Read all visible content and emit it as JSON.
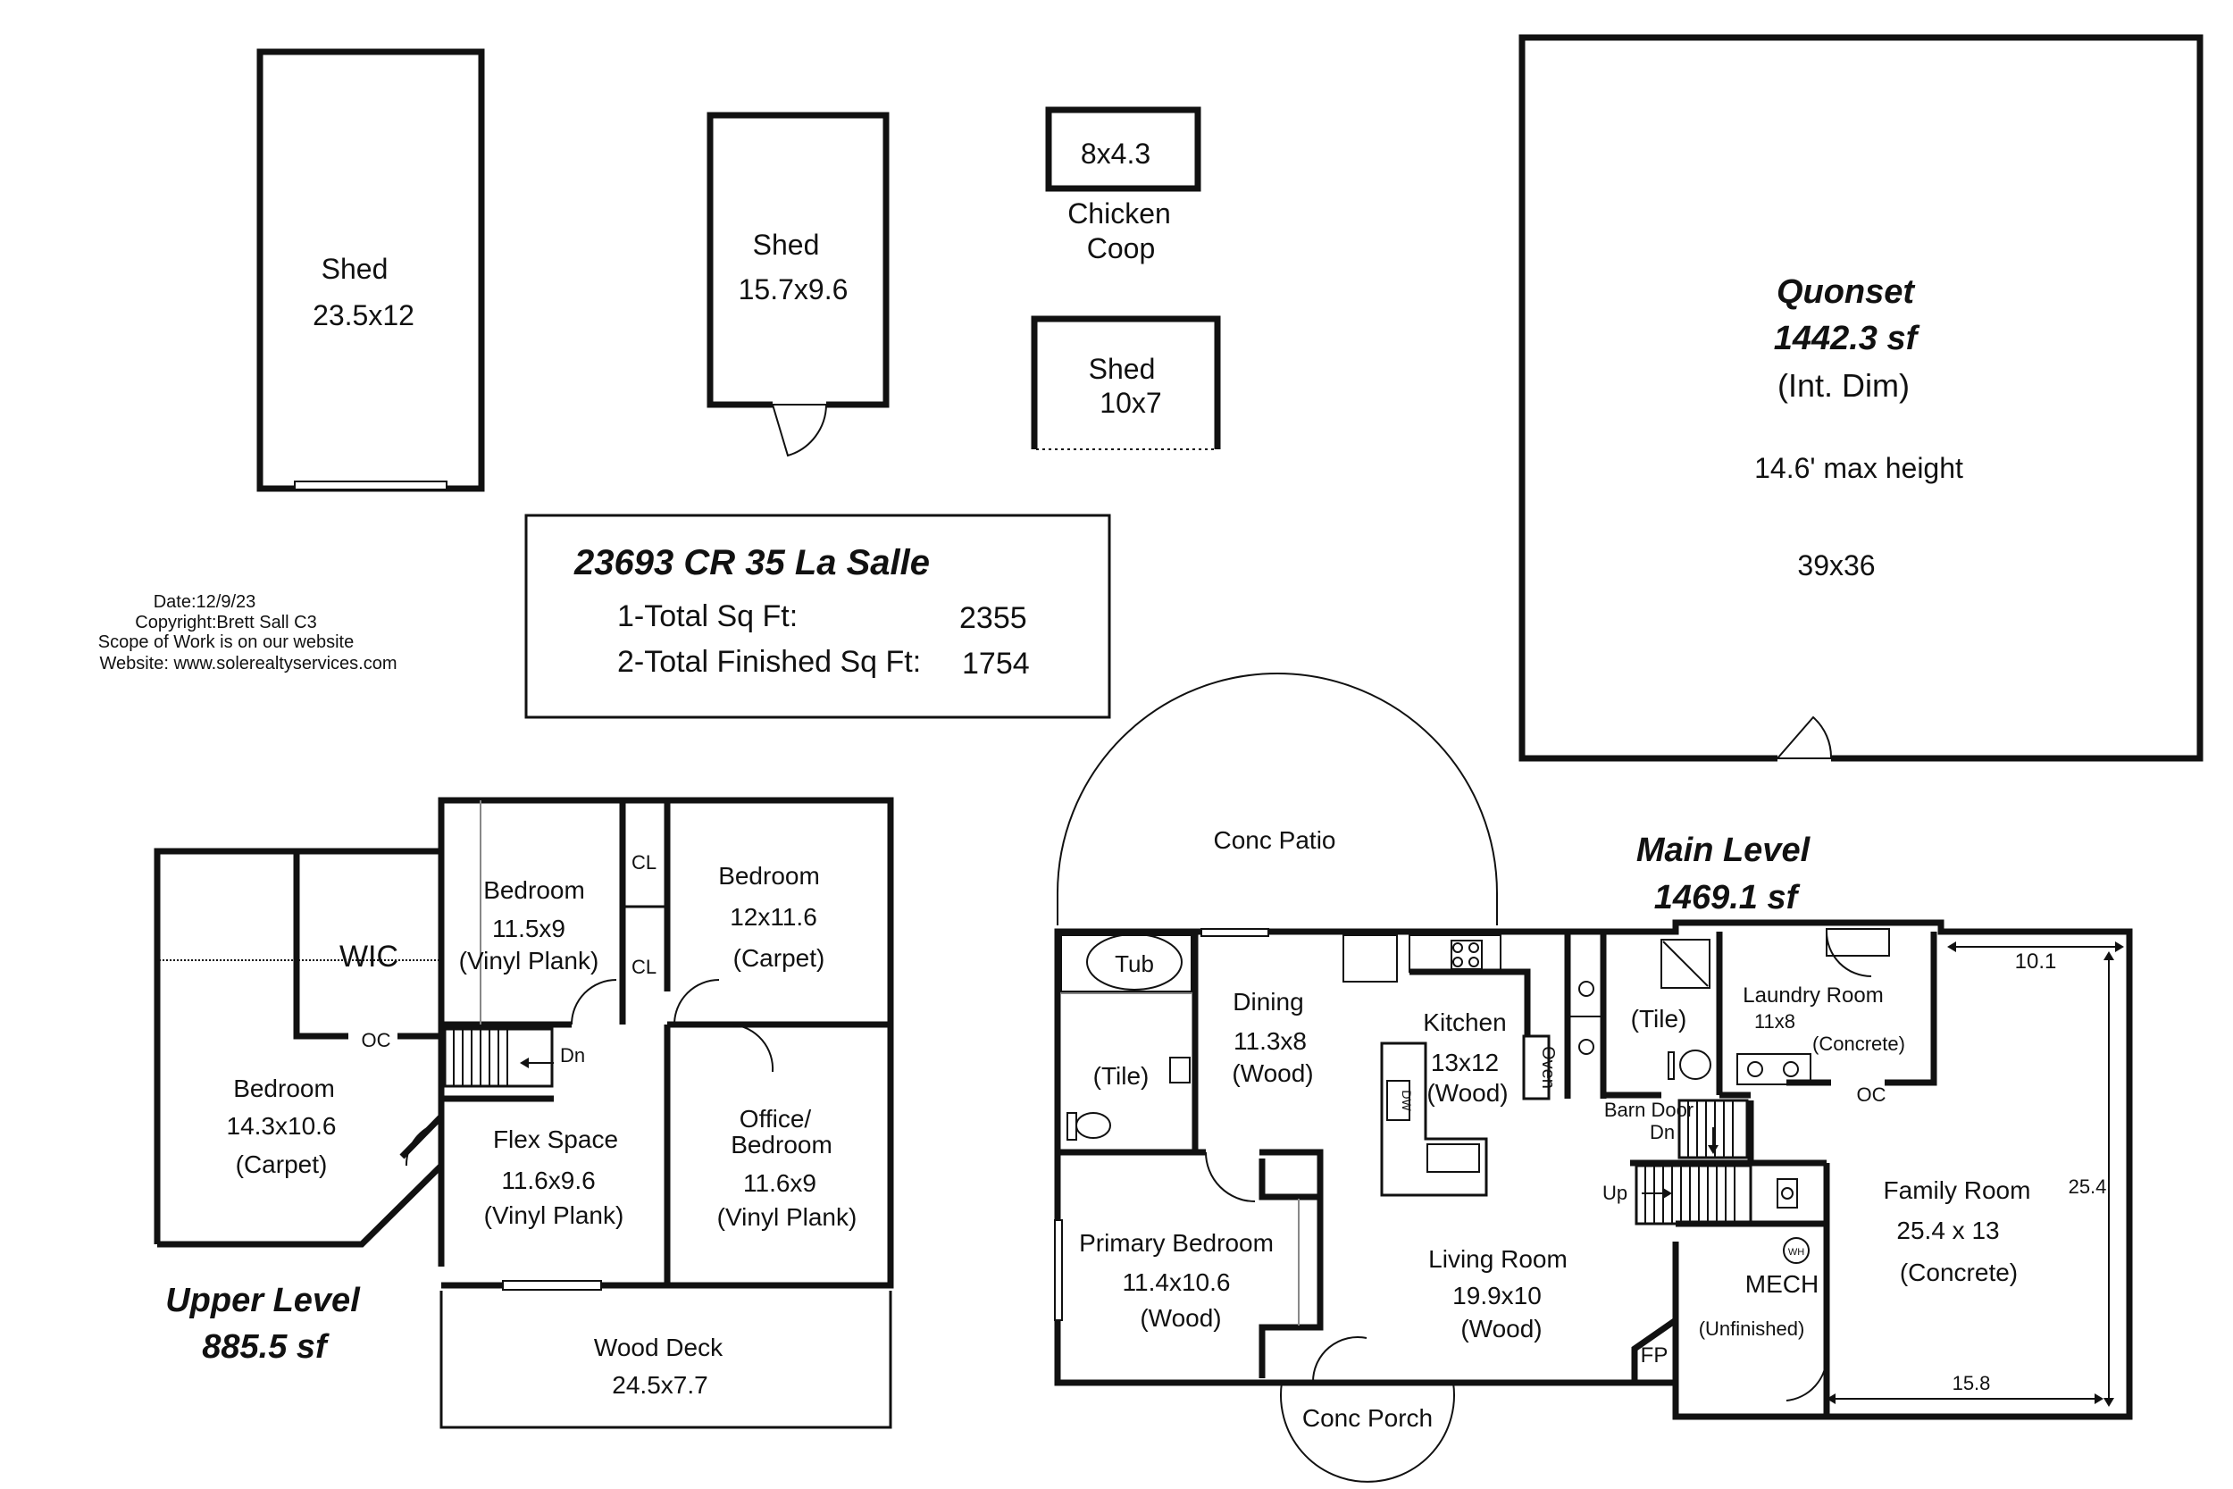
{
  "outbuildings": {
    "shed_a": {
      "name": "Shed",
      "dims": "23.5x12"
    },
    "shed_b": {
      "name": "Shed",
      "dims": "15.7x9.6"
    },
    "coop": {
      "dims": "8x4.3",
      "name_line1": "Chicken",
      "name_line2": "Coop"
    },
    "shed_c": {
      "name": "Shed",
      "dims": "10x7"
    },
    "quonset": {
      "name": "Quonset",
      "area": "1442.3 sf",
      "note": "(Int. Dim)",
      "height": "14.6' max height",
      "dims": "39x36"
    }
  },
  "info_box": {
    "address": "23693 CR 35 La Salle",
    "total_label": "1-Total Sq Ft:",
    "total_value": "2355",
    "finished_label": "2-Total Finished Sq Ft:",
    "finished_value": "1754"
  },
  "credits": {
    "date": "Date:12/9/23",
    "copyright": "Copyright:Brett Sall C3",
    "scope": "Scope of Work is on our website",
    "website": "Website: www.solerealtyservices.com"
  },
  "upper_level": {
    "title": "Upper Level",
    "area": "885.5 sf",
    "rooms": {
      "wic": "WIC",
      "oc": "OC",
      "dn": "Dn",
      "cl1": "CL",
      "cl2": "CL",
      "bed_left": {
        "name": "Bedroom",
        "dims": "14.3x10.6",
        "floor": "(Carpet)"
      },
      "bed_mid": {
        "name": "Bedroom",
        "dims": "11.5x9",
        "floor": "(Vinyl Plank)"
      },
      "bed_right": {
        "name": "Bedroom",
        "dims": "12x11.6",
        "floor": "(Carpet)"
      },
      "flex": {
        "name": "Flex Space",
        "dims": "11.6x9.6",
        "floor": "(Vinyl Plank)"
      },
      "office": {
        "name1": "Office/",
        "name2": "Bedroom",
        "dims": "11.6x9",
        "floor": "(Vinyl Plank)"
      },
      "deck": {
        "name": "Wood Deck",
        "dims": "24.5x7.7"
      }
    }
  },
  "main_level": {
    "title": "Main Level",
    "area": "1469.1 sf",
    "rooms": {
      "patio": "Conc Patio",
      "porch": "Conc Porch",
      "tub": "Tub",
      "bath_tile": "(Tile)",
      "dining": {
        "name": "Dining",
        "dims": "11.3x8",
        "floor": "(Wood)"
      },
      "kitchen": {
        "name": "Kitchen",
        "dims": "13x12",
        "floor": "(Wood)"
      },
      "oven": "Oven",
      "dw": "DW",
      "half_bath_tile": "(Tile)",
      "laundry": {
        "name": "Laundry Room",
        "dims": "11x8",
        "floor": "(Concrete)"
      },
      "oc": "OC",
      "barn_door": "Barn Door",
      "dn": "Dn",
      "up": "Up",
      "primary": {
        "name": "Primary Bedroom",
        "dims": "11.4x10.6",
        "floor": "(Wood)"
      },
      "living": {
        "name": "Living Room",
        "dims": "19.9x10",
        "floor": "(Wood)"
      },
      "fp": "FP",
      "mech": {
        "name": "MECH",
        "floor": "(Unfinished)"
      },
      "wh": "WH",
      "family": {
        "name": "Family Room",
        "dims": "25.4 x 13",
        "floor": "(Concrete)"
      },
      "dim_top": "10.1",
      "dim_right": "25.4",
      "dim_bottom": "15.8"
    }
  }
}
